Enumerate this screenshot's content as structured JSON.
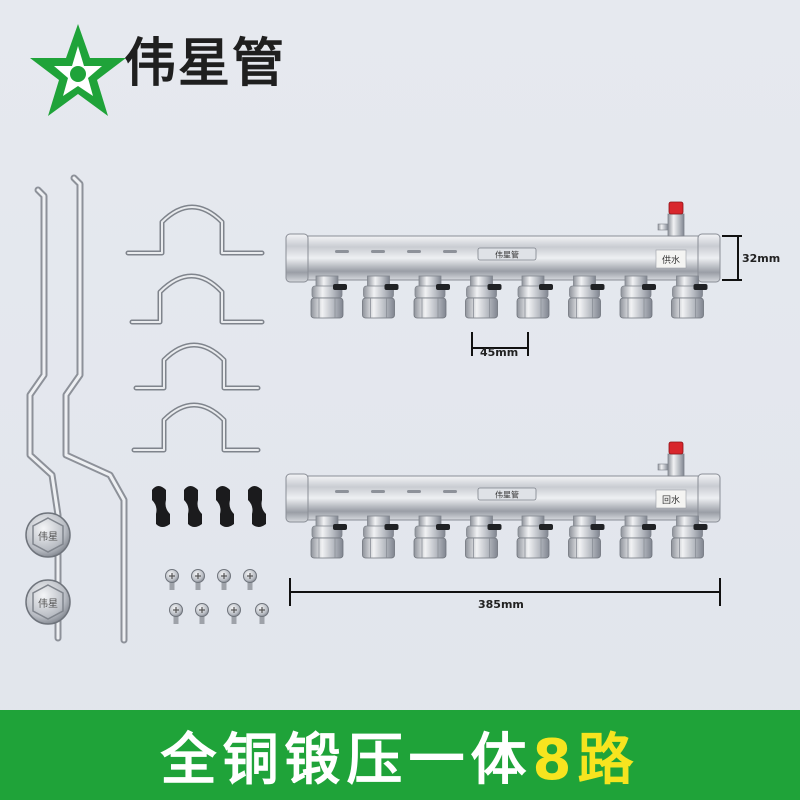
{
  "brand": {
    "name": "伟星管",
    "colors": {
      "green": "#1fa339",
      "dark": "#1f1f1f"
    }
  },
  "dimensions": {
    "diameter": "32mm",
    "spacing": "45mm",
    "length": "385mm"
  },
  "manifold": {
    "label_top": "供水",
    "label_bottom": "回水",
    "branch_count": 8,
    "plate_text": "伟星管"
  },
  "caps": {
    "text": "伟星"
  },
  "banner": {
    "text": "全铜锻压一体",
    "accent": "8路",
    "color": "#1fa339",
    "accent_color": "#f6e41f"
  }
}
